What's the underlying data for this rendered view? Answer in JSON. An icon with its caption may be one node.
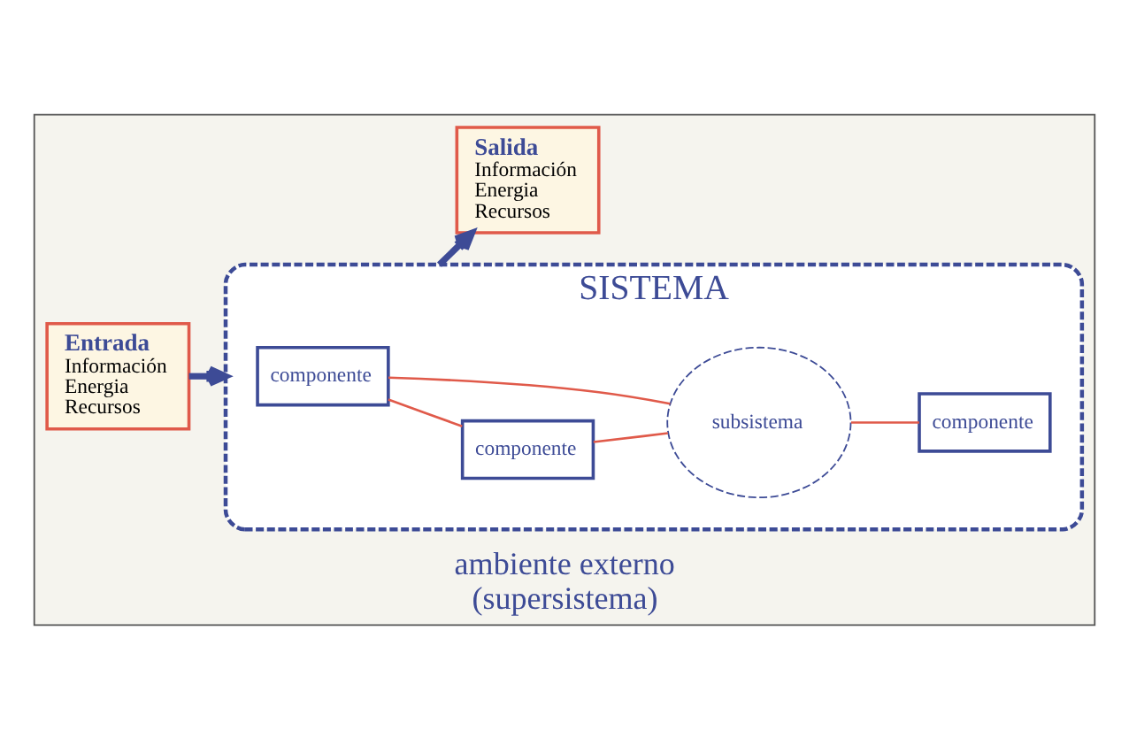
{
  "diagram": {
    "nodes": [
      {
        "text": [
          "ambiente externo",
          "(supersistema)"
        ]
      },
      {
        "text": [
          "SISTEMA"
        ],
        "in": 0
      },
      {
        "text": [
          "componente"
        ],
        "in": 1
      },
      {
        "text": [
          "componente"
        ],
        "in": 1
      },
      {
        "text": [
          "subsistema"
        ],
        "in": 1
      },
      {
        "text": [
          "componente"
        ],
        "in": 1
      },
      {
        "text": [
          "Entrada",
          "Información",
          "Energia",
          "Recursos"
        ],
        "in": 0
      },
      {
        "text": [
          "Salida",
          "Información",
          "Energia",
          "Recursos"
        ],
        "in": 0
      }
    ],
    "edges": [
      {
        "from": 6,
        "to": 1,
        "arrow": "to",
        "style": "thick",
        "color": "#3d4b96"
      },
      {
        "from": 2,
        "to": 4,
        "arrow": "none"
      },
      {
        "from": 2,
        "to": 3,
        "arrow": "none"
      },
      {
        "from": 3,
        "to": 4,
        "arrow": "none"
      },
      {
        "from": 4,
        "to": 5,
        "arrow": "none"
      },
      {
        "from": 1,
        "to": 7,
        "arrow": "to",
        "style": "thick",
        "color": "#3d4b96"
      }
    ]
  }
}
